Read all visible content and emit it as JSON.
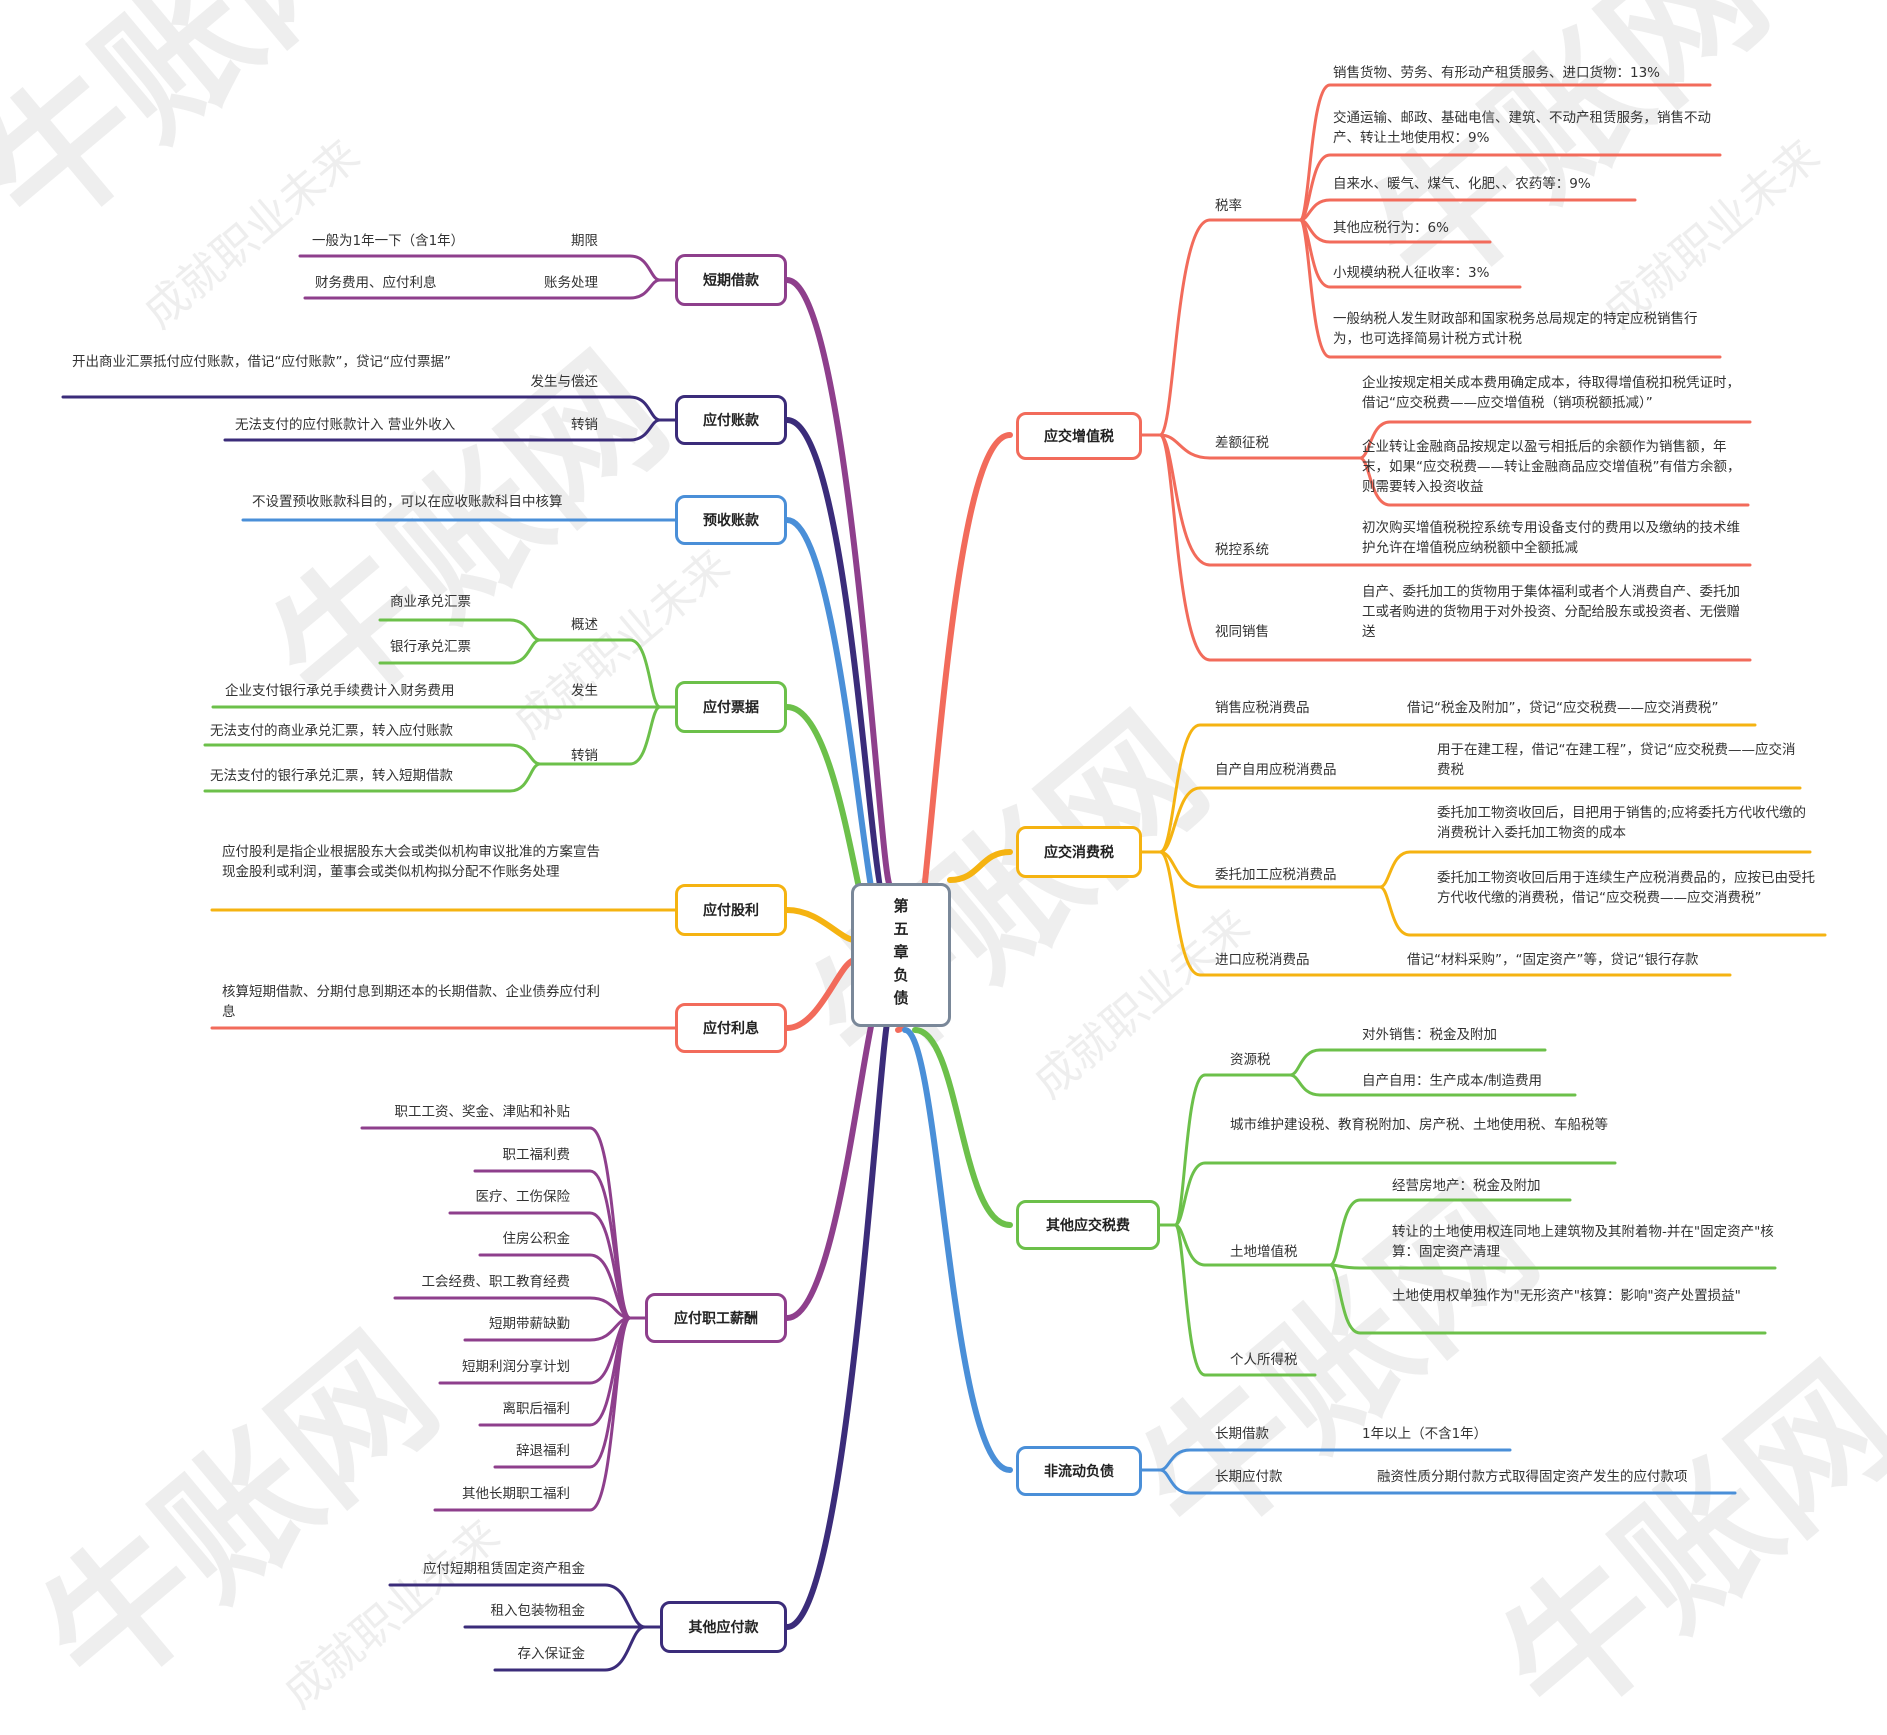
{
  "center": {
    "title": "第五章负债"
  },
  "colors": {
    "vat": "#f26b5b",
    "consumption": "#f5b311",
    "other_tax": "#6cc04a",
    "noncurrent": "#4a8fd8",
    "short_loan": "#8e3f8c",
    "payable": "#3b2c7a",
    "advance": "#4a8fd8",
    "notes": "#6cc04a",
    "dividends": "#f5b311",
    "interest": "#f26b5b",
    "salary": "#8e3f8c",
    "other_payable": "#3b2c7a"
  },
  "watermark": {
    "brand": "牛账网",
    "slogan": "成就职业未来"
  },
  "right": {
    "vat": {
      "title": "应交增值税",
      "tax_rate": {
        "label": "税率",
        "items": [
          "销售货物、劳务、有形动产租赁服务、进口货物：13%",
          "交通运输、邮政、基础电信、建筑、不动产租赁服务，销售不动产、转让土地使用权：9%",
          "自来水、暖气、煤气、化肥、、农药等：9%",
          "其他应税行为：6%",
          "小规模纳税人征收率：3%",
          "一般纳税人发生财政部和国家税务总局规定的特定应税销售行为，也可选择简易计税方式计税"
        ]
      },
      "diff": {
        "label": "差额征税",
        "items": [
          "企业按规定相关成本费用确定成本，待取得增值税扣税凭证时，借记“应交税费——应交增值税（销项税额抵减）”",
          "企业转让金融商品按规定以盈亏相抵后的余额作为销售额，年末，如果“应交税费——转让金融商品应交增值税”有借方余额，则需要转入投资收益"
        ]
      },
      "control": {
        "label": "税控系统",
        "text": "初次购买增值税税控系统专用设备支付的费用以及缴纳的技术维护允许在增值税应纳税额中全额抵减"
      },
      "deemed": {
        "label": "视同销售",
        "text": "自产、委托加工的货物用于集体福利或者个人消费自产、委托加工或者购进的货物用于对外投资、分配给股东或投资者、无偿赠送"
      }
    },
    "consumption": {
      "title": "应交消费税",
      "sale": {
        "label": "销售应税消费品",
        "text": "借记“税金及附加”，贷记“应交税费——应交消费税”"
      },
      "self_use": {
        "label": "自产自用应税消费品",
        "text": "用于在建工程，借记“在建工程”，贷记“应交税费——应交消费税"
      },
      "entrusted": {
        "label": "委托加工应税消费品",
        "items": [
          "委托加工物资收回后，目把用于销售的;应将委托方代收代缴的消费税计入委托加工物资的成本",
          "委托加工物资收回后用于连续生产应税消费品的，应按已由受托方代收代缴的消费税，借记“应交税费——应交消费税”"
        ]
      },
      "import": {
        "label": "进口应税消费品",
        "text": "借记“材料采购”，“固定资产”等，贷记“银行存款"
      }
    },
    "other_tax": {
      "title": "其他应交税费",
      "resource": {
        "label": "资源税",
        "items": [
          "对外销售：税金及附加",
          "自产自用：生产成本/制造费用"
        ]
      },
      "city": {
        "text": "城市维护建设税、教育税附加、房产税、土地使用税、车船税等"
      },
      "land_vat": {
        "label": "土地增值税",
        "items": [
          "经营房地产：税金及附加",
          "转让的土地使用权连同地上建筑物及其附着物-并在\"固定资产\"核算：固定资产清理",
          "土地使用权单独作为\"无形资产\"核算：影响\"资产处置损益\""
        ]
      },
      "personal": {
        "label": "个人所得税"
      }
    },
    "noncurrent": {
      "title": "非流动负债",
      "long_loan": {
        "label": "长期借款",
        "text": "1年以上（不含1年）"
      },
      "long_payable": {
        "label": "长期应付款",
        "text": "融资性质分期付款方式取得固定资产发生的应付款项"
      }
    }
  },
  "left": {
    "short_loan": {
      "title": "短期借款",
      "term": {
        "label": "期限",
        "text": "一般为1年一下（含1年）"
      },
      "account": {
        "label": "账务处理",
        "text": "财务费用、应付利息"
      }
    },
    "payable": {
      "title": "应付账款",
      "occur": {
        "label": "发生与偿还",
        "text": "开出商业汇票抵付应付账款，借记“应付账款”，贷记“应付票据”"
      },
      "writeoff": {
        "label": "转销",
        "text": "无法支付的应付账款计入 营业外收入"
      }
    },
    "advance": {
      "title": "预收账款",
      "text": "不设置预收账款科目的，可以在应收账款科目中核算"
    },
    "notes": {
      "title": "应付票据",
      "overview": {
        "label": "概述",
        "items": [
          "商业承兑汇票",
          "银行承兑汇票"
        ]
      },
      "occur": {
        "label": "发生",
        "text": "企业支付银行承兑手续费计入财务费用"
      },
      "writeoff": {
        "label": "转销",
        "items": [
          "无法支付的商业承兑汇票，转入应付账款",
          "无法支付的银行承兑汇票，转入短期借款"
        ]
      }
    },
    "dividends": {
      "title": "应付股利",
      "text": "应付股利是指企业根据股东大会或类似机构审议批准的方案宣告现金股利或利润，董事会或类似机构拟分配不作账务处理"
    },
    "interest": {
      "title": "应付利息",
      "text": "核算短期借款、分期付息到期还本的长期借款、企业债券应付利息"
    },
    "salary": {
      "title": "应付职工薪酬",
      "items": [
        "职工工资、奖金、津贴和补贴",
        "职工福利费",
        "医疗、工伤保险",
        "住房公积金",
        "工会经费、职工教育经费",
        "短期带薪缺勤",
        "短期利润分享计划",
        "离职后福利",
        "辞退福利",
        "其他长期职工福利"
      ]
    },
    "other_payable": {
      "title": "其他应付款",
      "items": [
        "应付短期租赁固定资产租金",
        "租入包装物租金",
        "存入保证金"
      ]
    }
  }
}
